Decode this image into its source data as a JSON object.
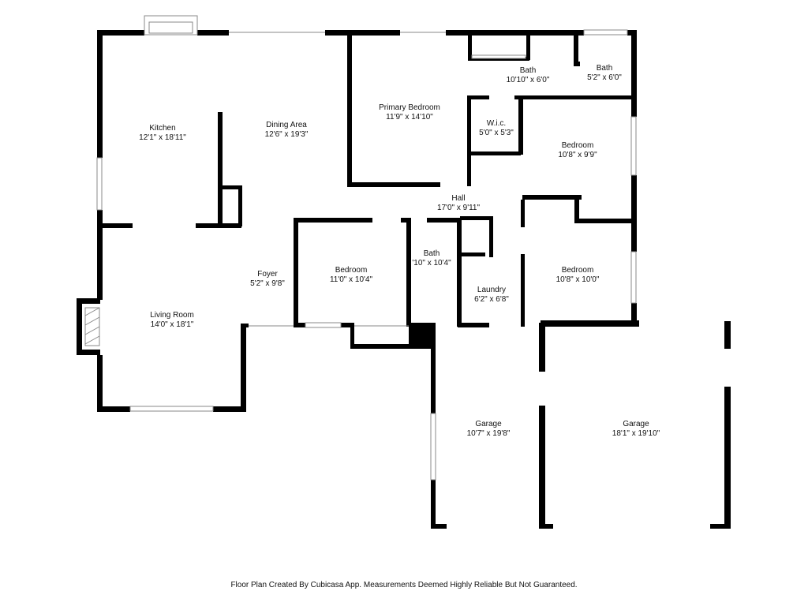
{
  "rooms": {
    "kitchen": {
      "name": "Kitchen",
      "dim": "12'1\" x 18'11\""
    },
    "dining": {
      "name": "Dining Area",
      "dim": "12'6\" x 19'3\""
    },
    "primary_bedroom": {
      "name": "Primary Bedroom",
      "dim": "11'9\" x 14'10\""
    },
    "bath_1": {
      "name": "Bath",
      "dim": "10'10\" x 6'0\""
    },
    "bath_2": {
      "name": "Bath",
      "dim": "5'2\" x 6'0\""
    },
    "wic": {
      "name": "W.i.c.",
      "dim": "5'0\" x 5'3\""
    },
    "bedroom_ne": {
      "name": "Bedroom",
      "dim": "10'8\" x 9'9\""
    },
    "hall": {
      "name": "Hall",
      "dim": "17'0\" x 9'11\""
    },
    "foyer": {
      "name": "Foyer",
      "dim": "5'2\" x 9'8\""
    },
    "bedroom_center": {
      "name": "Bedroom",
      "dim": "11'0\" x 10'4\""
    },
    "bath_3": {
      "name": "Bath",
      "dim": "'10\" x 10'4\""
    },
    "laundry": {
      "name": "Laundry",
      "dim": "6'2\" x 6'8\""
    },
    "bedroom_e": {
      "name": "Bedroom",
      "dim": "10'8\" x 10'0\""
    },
    "living": {
      "name": "Living Room",
      "dim": "14'0\" x 18'1\""
    },
    "garage_1": {
      "name": "Garage",
      "dim": "10'7\" x 19'8\""
    },
    "garage_2": {
      "name": "Garage",
      "dim": "18'1\" x 19'10\""
    }
  },
  "footer": "Floor Plan Created By Cubicasa App. Measurements Deemed Highly Reliable But Not Guaranteed.",
  "colors": {
    "wall": "#000000",
    "background": "#ffffff",
    "window": "#888888"
  }
}
